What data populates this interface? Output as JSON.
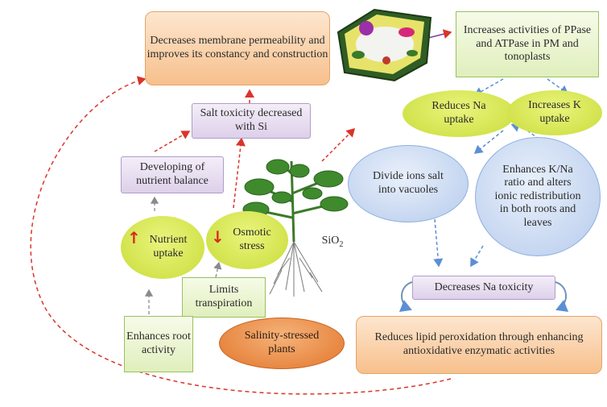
{
  "nodes": {
    "membrane": "Decreases membrane permeability and improves its constancy and construction",
    "salt_toxicity": "Salt toxicity decreased with Si",
    "ppase": "Increases activities of PPase and ATPase in PM and tonoplasts",
    "reduces_na": "Reduces Na uptake",
    "increases_k": "Increases K uptake",
    "divide_ions": "Divide ions salt into vacuoles",
    "enhances_ratio": "Enhances K/Na ratio and alters ionic redistribution in both roots and leaves",
    "nutrient_balance": "Developing of nutrient balance",
    "nutrient_uptake": "Nutrient uptake",
    "osmotic_stress": "Osmotic stress",
    "limits_transpiration": "Limits transpiration",
    "enhances_root": "Enhances root activity",
    "salinity": "Salinity-stressed plants",
    "na_toxicity": "Decreases Na toxicity",
    "lipid": "Reduces lipid peroxidation through enhancing antioxidative enzymatic activities",
    "sio2": "SiO2"
  },
  "colors": {
    "arrow_red": "#d9352a",
    "arrow_blue": "#5b8fd4",
    "green_node": "#c9dc3a",
    "orange_node": "#e2762c"
  },
  "icons": [
    "plant-cell-icon",
    "plant-icon",
    "up-arrow-icon",
    "down-arrow-icon"
  ]
}
